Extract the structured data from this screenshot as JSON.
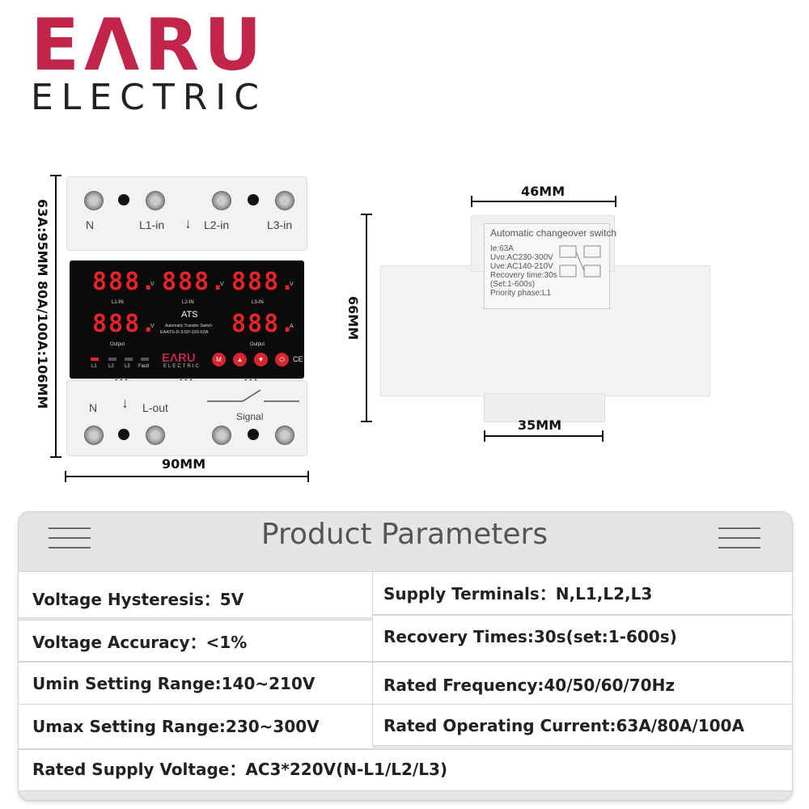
{
  "brand": {
    "name": "EΛRU",
    "sub": "ELECTRIC"
  },
  "dimensions": {
    "front_width": "90MM",
    "front_height": "63A:95MM 80A/100A:106MM",
    "side_top_width": "46MM",
    "side_height": "66MM",
    "side_bottom_width": "35MM"
  },
  "front_device": {
    "top_terminals": [
      "N",
      "L1-in",
      "↓",
      "L2-in",
      "L3-in"
    ],
    "display_row1": [
      "888.",
      "888.",
      "888."
    ],
    "display_row1_labels": [
      "L1-IN",
      "L2-IN",
      "L3-IN"
    ],
    "display_row2": [
      "888.",
      "888."
    ],
    "display_row2_labels": [
      "Output",
      "Output"
    ],
    "unit_v": "V",
    "unit_a": "A",
    "center_title": "ATS",
    "center_sub": "Automatic Transfer Switch",
    "model": "EAATS-D-3-5P-220-63A",
    "leds": [
      "L1",
      "L2",
      "L3",
      "Fault"
    ],
    "panel_logo": "EΛRU",
    "panel_logo_sub": "ELECTRIC",
    "buttons": [
      "M",
      "▲",
      "▼",
      "⏻"
    ],
    "ce_mark": "CE",
    "bottom_labels": [
      "N",
      "↓",
      "L-out",
      "Signal"
    ]
  },
  "side_label": {
    "title": "Automatic changeover switch",
    "lines": [
      "Ie:63A",
      "Uvo:AC230-300V",
      "Uve:AC140-210V",
      "Recovery time:30s",
      "(Set:1-600s)",
      "Priority phase:L1"
    ]
  },
  "params": {
    "title": "Product Parameters",
    "rows": [
      {
        "left": "Voltage Hysteresis：5V",
        "right": "Supply Terminals：N,L1,L2,L3"
      },
      {
        "left": "Voltage Accuracy：<1%",
        "right": "Recovery Times:30s(set:1-600s)"
      },
      {
        "left": "Umin Setting Range:140~210V",
        "right": "Rated Frequency:40/50/60/70Hz"
      },
      {
        "left": "Umax Setting Range:230~300V",
        "right": "Rated Operating Current:63A/80A/100A"
      }
    ],
    "full_row": "Rated Supply Voltage：AC3*220V(N-L1/L2/L3)"
  }
}
